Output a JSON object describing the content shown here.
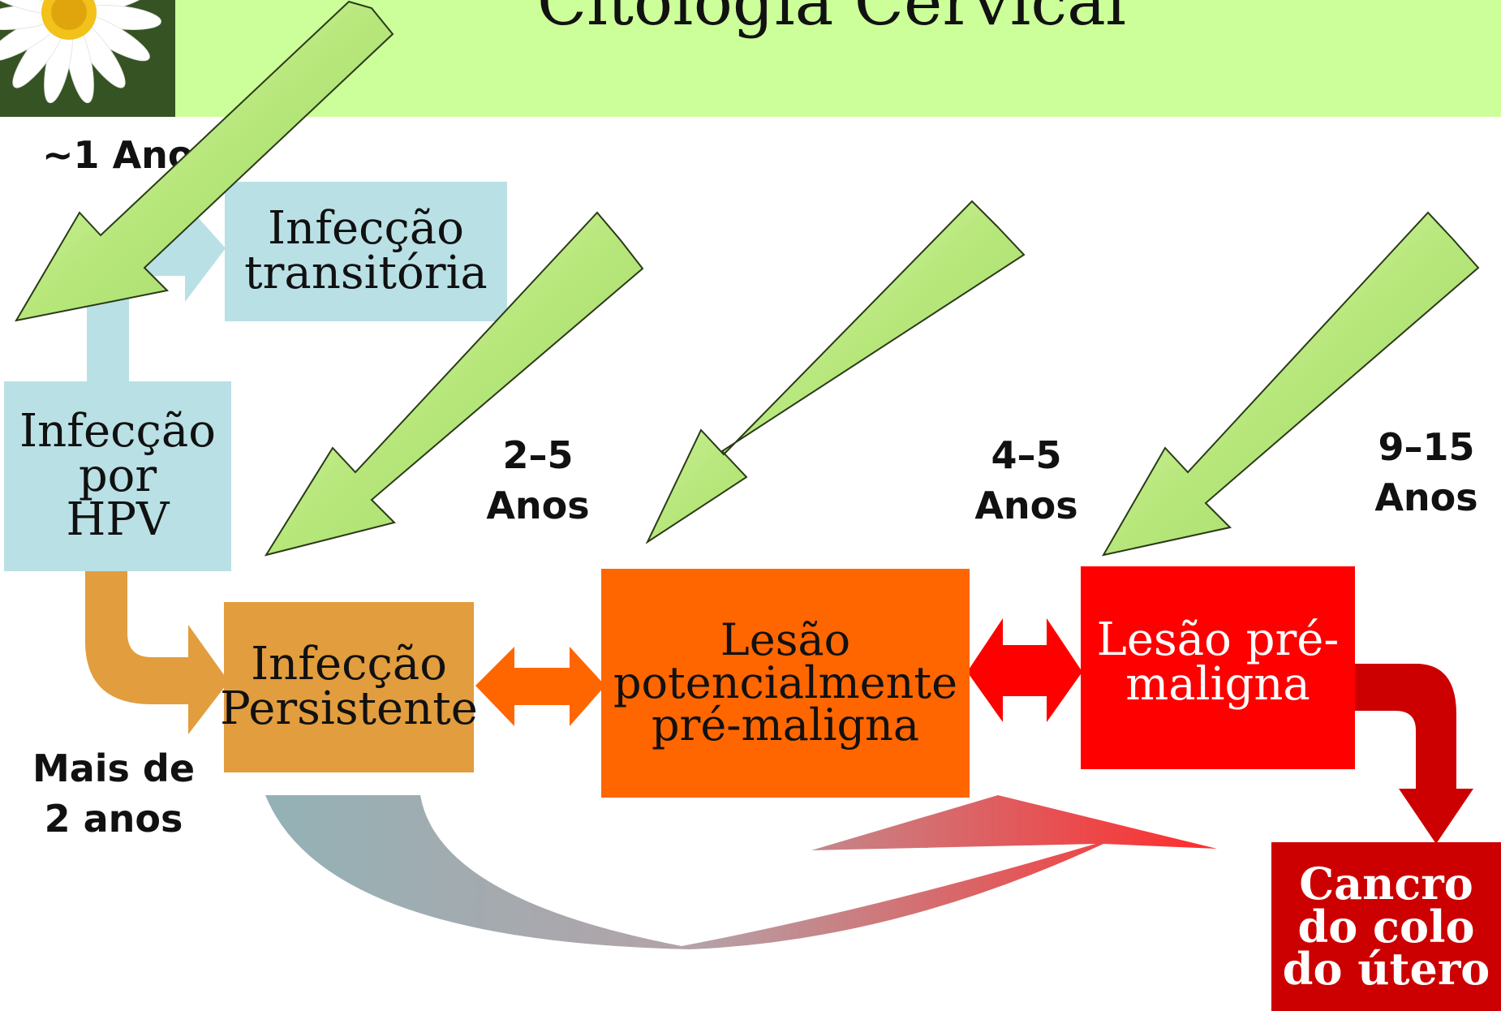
{
  "title": "Citologia Cervical",
  "boxes": {
    "hpv": "Infecção\npor\nHPV",
    "transient": "Infecção\ntransitória",
    "persistent": "Infecção\nPersistente",
    "potential": "Lesão\npotencialmente\npré-maligna",
    "premalignant": "Lesão pré-\nmaligna",
    "cancer": "Cancro\ndo colo\ndo útero"
  },
  "time_labels": {
    "one_year": "~1 Ano",
    "two_five": "2–5\nAnos",
    "four_five": "4–5\nAnos",
    "nine_fifteen": "9–15\nAnos",
    "more_two": "Mais de\n2 anos"
  },
  "colors": {
    "title_bg": "#ccff99",
    "light_blue": "#b9e0e5",
    "orange_tan": "#e29d3e",
    "orange": "#ff6600",
    "red": "#ff0000",
    "dark_red": "#cc0000",
    "arrow_green": "#b7e77b"
  }
}
